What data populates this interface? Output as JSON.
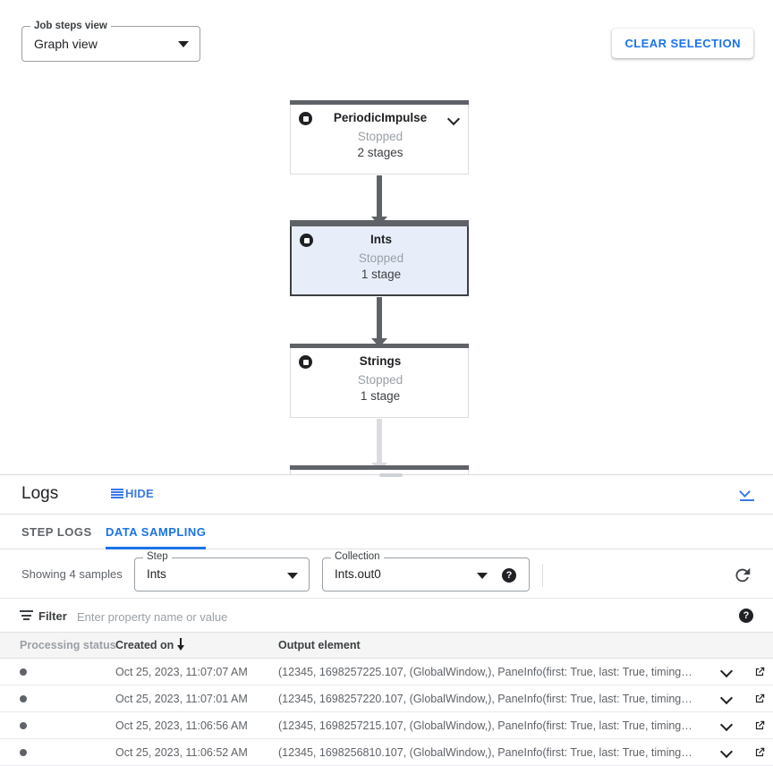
{
  "graph": {
    "view_select": {
      "legend": "Job steps view",
      "value": "Graph view",
      "icon": "chevron-down-icon"
    },
    "clear_selection_label": "CLEAR SELECTION",
    "nodes": [
      {
        "title": "PeriodicImpulse",
        "status": "Stopped",
        "stages": "2 stages",
        "selected": false,
        "icon": "stop-icon",
        "chevron": "chevron-down-icon"
      },
      {
        "title": "Ints",
        "status": "Stopped",
        "stages": "1 stage",
        "selected": true,
        "icon": "stop-icon"
      },
      {
        "title": "Strings",
        "status": "Stopped",
        "stages": "1 stage",
        "selected": false,
        "icon": "stop-icon"
      }
    ]
  },
  "logs": {
    "title": "Logs",
    "hide_label": "HIDE",
    "hide_icon": "list-lines-icon",
    "collapse_icon": "collapse-down-icon",
    "tabs": [
      {
        "label": "STEP LOGS",
        "active": false
      },
      {
        "label": "DATA SAMPLING",
        "active": true
      }
    ],
    "controls": {
      "showing_text": "Showing 4 samples",
      "step": {
        "legend": "Step",
        "value": "Ints",
        "icon": "chevron-down-icon"
      },
      "collection": {
        "legend": "Collection",
        "value": "Ints.out0",
        "icon": "chevron-down-icon",
        "help_icon": "help-circle-icon",
        "help_glyph": "?"
      },
      "refresh_icon": "refresh-icon"
    },
    "filter": {
      "icon": "filter-icon",
      "label": "Filter",
      "placeholder": "Enter property name or value",
      "value": "",
      "help_icon": "help-circle-icon",
      "help_glyph": "?"
    },
    "table": {
      "columns": [
        "Processing status",
        "Created on",
        "Output element"
      ],
      "sort_column": "Created on",
      "sort_direction": "desc",
      "sort_icon": "arrow-down-icon",
      "rows": [
        {
          "status_icon": "status-dot",
          "created_on": "Oct 25, 2023, 11:07:07 AM",
          "output_element": "(12345, 1698257225.107, (GlobalWindow,), PaneInfo(first: True, last: True, timing…",
          "expand_icon": "chevron-down-icon",
          "open_icon": "open-in-new-icon"
        },
        {
          "status_icon": "status-dot",
          "created_on": "Oct 25, 2023, 11:07:01 AM",
          "output_element": "(12345, 1698257220.107, (GlobalWindow,), PaneInfo(first: True, last: True, timing…",
          "expand_icon": "chevron-down-icon",
          "open_icon": "open-in-new-icon"
        },
        {
          "status_icon": "status-dot",
          "created_on": "Oct 25, 2023, 11:06:56 AM",
          "output_element": "(12345, 1698257215.107, (GlobalWindow,), PaneInfo(first: True, last: True, timing…",
          "expand_icon": "chevron-down-icon",
          "open_icon": "open-in-new-icon"
        },
        {
          "status_icon": "status-dot",
          "created_on": "Oct 25, 2023, 11:06:52 AM",
          "output_element": "(12345, 1698256810.107, (GlobalWindow,), PaneInfo(first: True, last: True, timing…",
          "expand_icon": "chevron-down-icon",
          "open_icon": "open-in-new-icon"
        }
      ]
    }
  },
  "colors": {
    "accent_blue": "#1a73e8",
    "link_blue": "#3b78e7",
    "selected_node_bg": "#e8eef9",
    "node_header": "#5f6368",
    "muted_text": "#9aa0a6",
    "body_text": "#3c4043"
  }
}
